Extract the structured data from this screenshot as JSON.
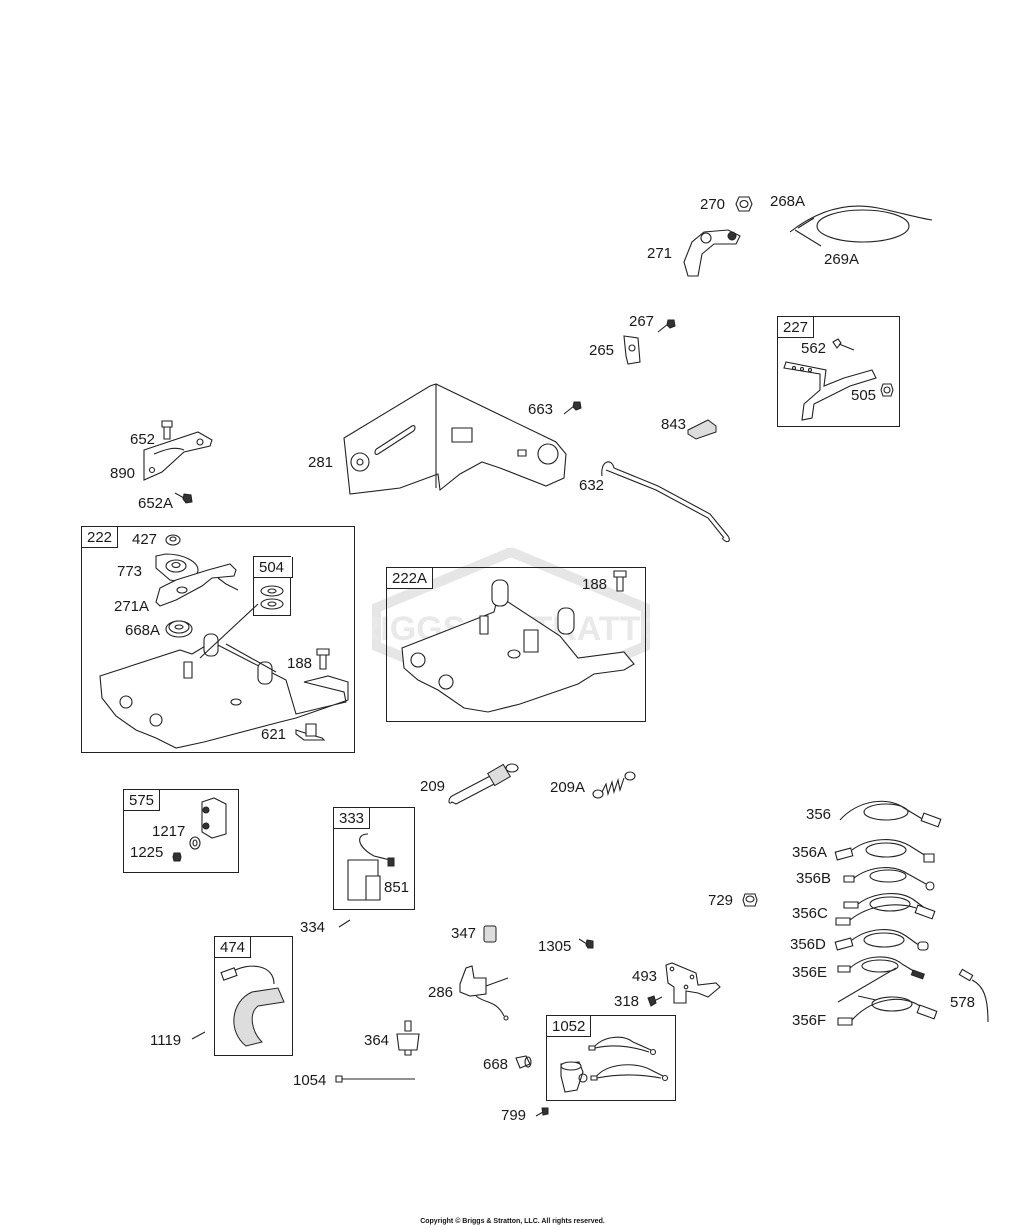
{
  "diagram": {
    "type": "exploded-parts-diagram",
    "watermark": "BRIGGS & STRATTON",
    "copyright": "Copyright © Briggs & Stratton, LLC. All rights reserved.",
    "groups": [
      {
        "id": "227",
        "items": [
          "562",
          "505"
        ]
      },
      {
        "id": "222",
        "items": [
          "427",
          "773",
          "271A",
          "668A",
          "504",
          "188",
          "621"
        ]
      },
      {
        "id": "504",
        "items": []
      },
      {
        "id": "222A",
        "items": [
          "188"
        ]
      },
      {
        "id": "575",
        "items": [
          "1217",
          "1225"
        ]
      },
      {
        "id": "333",
        "items": [
          "851"
        ]
      },
      {
        "id": "474",
        "items": []
      },
      {
        "id": "1052",
        "items": []
      }
    ],
    "callouts": {
      "p270": "270",
      "p268A": "268A",
      "p271": "271",
      "p269A": "269A",
      "p267": "267",
      "p265": "265",
      "p562": "562",
      "p505": "505",
      "p663": "663",
      "p843": "843",
      "p281": "281",
      "p632": "632",
      "p652": "652",
      "p890": "890",
      "p652A": "652A",
      "p427": "427",
      "p773": "773",
      "p271A": "271A",
      "p668A": "668A",
      "p188a": "188",
      "p621": "621",
      "p188b": "188",
      "p209": "209",
      "p209A": "209A",
      "p1217": "1217",
      "p1225": "1225",
      "p851": "851",
      "p334": "334",
      "p356": "356",
      "p356A": "356A",
      "p356B": "356B",
      "p356C": "356C",
      "p356D": "356D",
      "p356E": "356E",
      "p356F": "356F",
      "p578": "578",
      "p729": "729",
      "p347": "347",
      "p1305": "1305",
      "p493": "493",
      "p318": "318",
      "p286": "286",
      "p1119": "1119",
      "p364": "364",
      "p1054": "1054",
      "p668": "668",
      "p799": "799"
    },
    "box_tags": {
      "b227": "227",
      "b222": "222",
      "b504": "504",
      "b222A": "222A",
      "b575": "575",
      "b333": "333",
      "b474": "474",
      "b1052": "1052"
    }
  }
}
